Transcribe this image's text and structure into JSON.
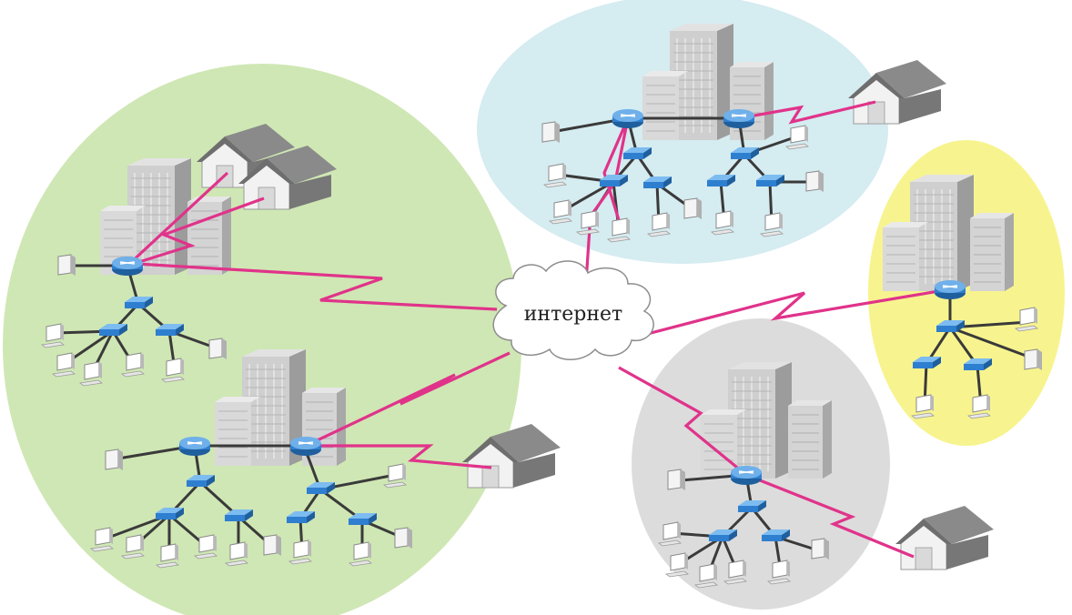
{
  "diagram": {
    "center_label": "интернет",
    "colors": {
      "link": "#e0338a",
      "cable": "#3a3a3a",
      "router": "#2f7fd0",
      "building": "#c8c8c8",
      "house": "#7c7c7c",
      "region_green": "#cfe7b4",
      "region_blue": "#d5ecf1",
      "region_yellow": "#f7f48f",
      "region_gray": "#dcdcdc"
    },
    "regions": [
      {
        "id": "green",
        "color_key": "region_green"
      },
      {
        "id": "blue",
        "color_key": "region_blue"
      },
      {
        "id": "yellow",
        "color_key": "region_yellow"
      },
      {
        "id": "gray",
        "color_key": "region_gray"
      }
    ]
  }
}
